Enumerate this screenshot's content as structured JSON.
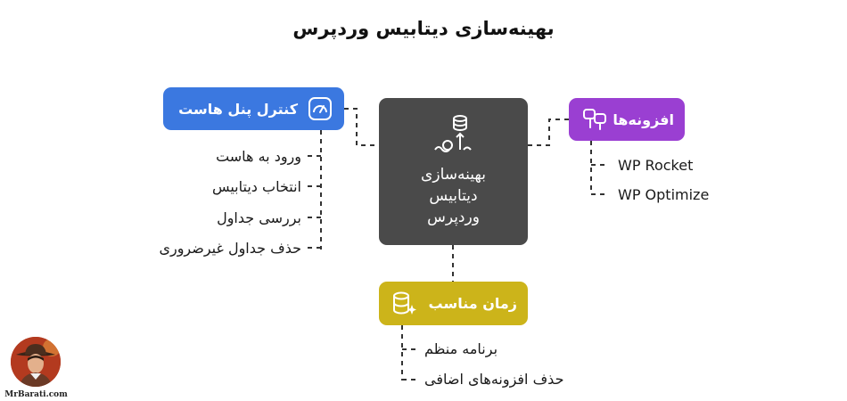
{
  "title": "بهینه‌سازی دیتابیس وردپرس",
  "center": {
    "lines": [
      "بهینه‌سازی",
      "دیتابیس",
      "وردپرس"
    ],
    "icon": "database-gear-icon",
    "color": "#4a4a4a"
  },
  "branches": {
    "control_panel": {
      "label": "کنترل پنل هاست",
      "icon": "gauge-icon",
      "color": "#3b78e0",
      "items": [
        "ورود به هاست",
        "انتخاب دیتابیس",
        "بررسی جداول",
        "حذف جداول غیرضروری"
      ]
    },
    "plugins": {
      "label": "افزونه‌ها",
      "icon": "plugin-icon",
      "color": "#9a3fd2",
      "items": [
        "WP Rocket",
        "WP Optimize"
      ]
    },
    "timing": {
      "label": "زمان مناسب",
      "icon": "database-sparkle-icon",
      "color": "#ccb41a",
      "items": [
        "برنامه منظم",
        "حذف افزونه‌های اضافی"
      ]
    }
  },
  "watermark": "MrBarati.com",
  "avatar": {
    "icon": "avatar-cowboy-icon"
  }
}
